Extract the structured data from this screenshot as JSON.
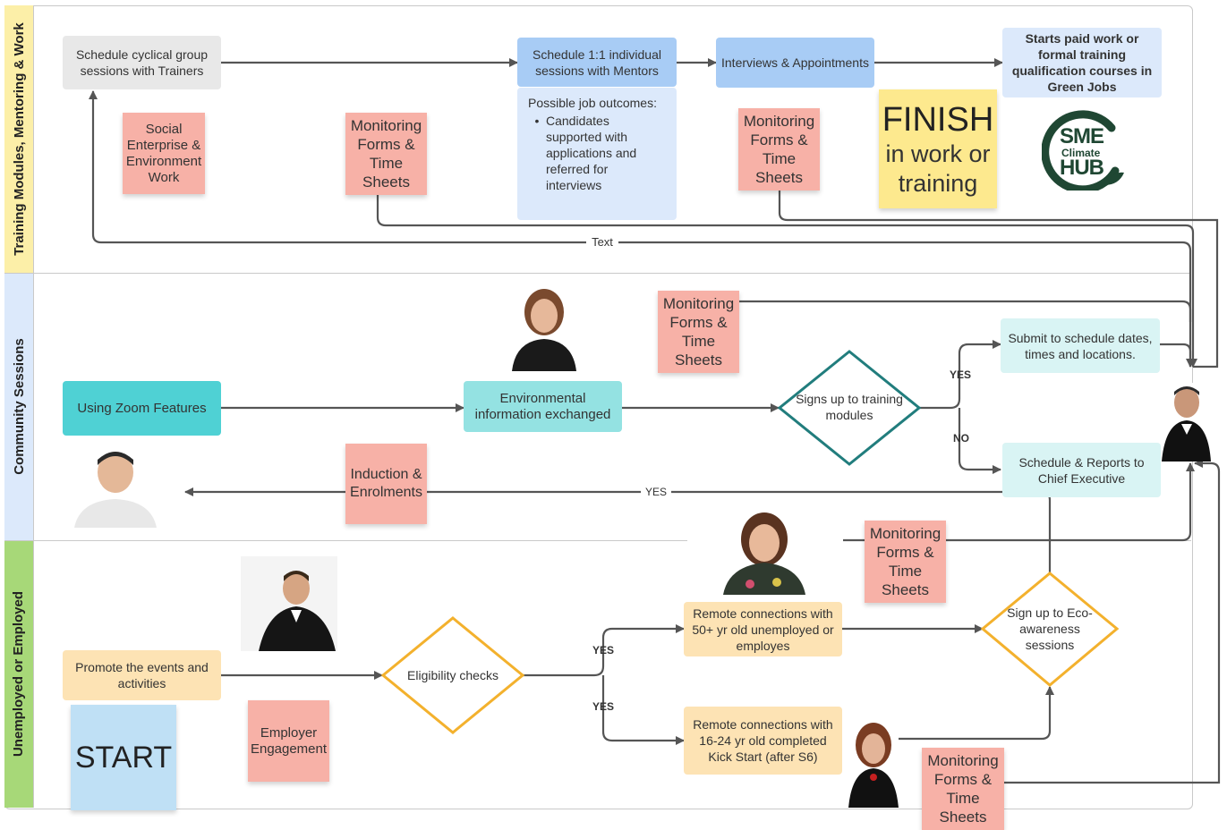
{
  "lanes": {
    "training": "Training Modules, Mentoring & Work",
    "community": "Community Sessions",
    "unemployed": "Unemployed or Employed"
  },
  "nodes": {
    "schedule_group": "Schedule cyclical  group sessions with Trainers",
    "schedule_individual": "Schedule 1:1 individual sessions with Mentors",
    "interviews": "Interviews & Appointments",
    "starts_work": "Starts paid work or formal training qualification courses in Green Jobs",
    "outcomes_title": "Possible job outcomes:",
    "outcomes_bullet": "Candidates supported with applications and referred for interviews",
    "zoom": "Using Zoom Features",
    "env_info": "Environmental information exchanged",
    "signs_up": "Signs up to training modules",
    "submit_schedule": "Submit to schedule dates, times and locations.",
    "schedule_reports": "Schedule & Reports to Chief Executive",
    "promote": "Promote the events and activities",
    "eligibility": "Eligibility checks",
    "remote_50": "Remote connections with 50+ yr old unemployed or employes",
    "remote_16": "Remote connections with 16-24 yr old completed Kick Start (after S6)",
    "eco_signup": "Sign up to Eco-awareness sessions"
  },
  "stickies": {
    "social_enterprise": "Social Enterprise & Environment Work",
    "monitoring": "Monitoring Forms & Time Sheets",
    "finish_big": "FINISH",
    "finish_sub": "in work or training",
    "induction": "Induction & Enrolments",
    "start": "START",
    "employer": "Employer Engagement"
  },
  "edge_labels": {
    "text": "Text",
    "yes": "YES",
    "no": "NO"
  },
  "logo": {
    "line1": "SME",
    "line2": "Climate",
    "line3": "HUB"
  },
  "colors": {
    "lane_training": "#fcefa8",
    "lane_community": "#dce9fb",
    "lane_unemployed": "#a7d878",
    "grey_box": "#e8e8e8",
    "blue_box": "#a8ccf5",
    "light_blue": "#dce9fb",
    "teal": "#4fd1d4",
    "teal_light": "#94e2e2",
    "aqua_pale": "#d9f4f4",
    "orange_pale": "#fde3b4",
    "sticky_red": "#f7b1a7",
    "sticky_yellow": "#fde98e",
    "sticky_blue": "#bfe0f5",
    "diamond_teal": "#217d7d",
    "diamond_orange": "#f3b12d",
    "line": "#555555"
  }
}
